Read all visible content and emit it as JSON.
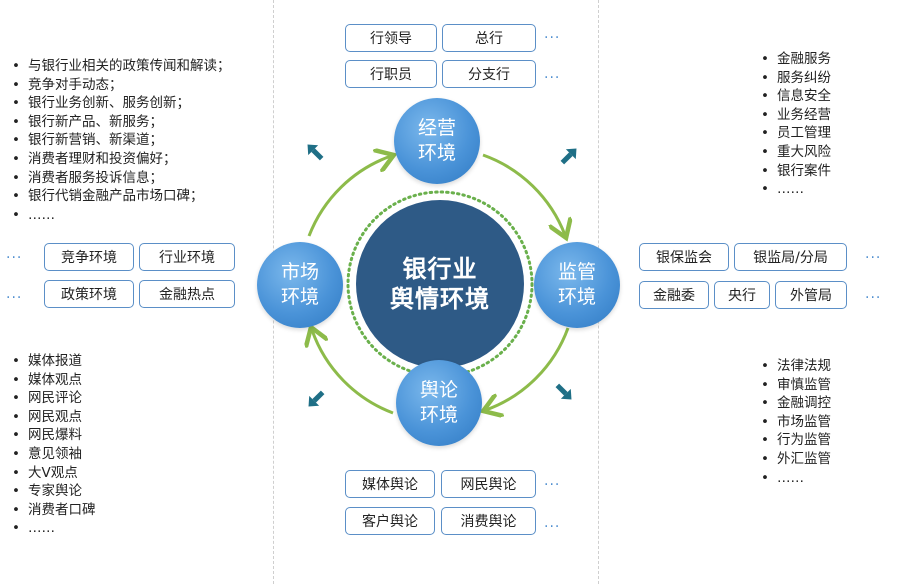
{
  "center": {
    "line1": "银行业",
    "line2": "舆情环境"
  },
  "top": {
    "title_line1": "经营",
    "title_line2": "环境",
    "tags_row1": [
      "行领导",
      "总行"
    ],
    "tags_row2": [
      "行职员",
      "分支行"
    ],
    "more": "···"
  },
  "left": {
    "title_line1": "市场",
    "title_line2": "环境",
    "tags_row1": [
      "竞争环境",
      "行业环境"
    ],
    "tags_row2": [
      "政策环境",
      "金融热点"
    ],
    "more": "···"
  },
  "right": {
    "title_line1": "监管",
    "title_line2": "环境",
    "tags_row1": [
      "银保监会",
      "银监局/分局"
    ],
    "tags_row2": [
      "金融委",
      "央行",
      "外管局"
    ],
    "more": "···"
  },
  "bottom": {
    "title_line1": "舆论",
    "title_line2": "环境",
    "tags_row1": [
      "媒体舆论",
      "网民舆论"
    ],
    "tags_row2": [
      "客户舆论",
      "消费舆论"
    ],
    "more": "···"
  },
  "list_top_left": [
    "与银行业相关的政策传闻和解读；",
    "竞争对手动态；",
    "银行业务创新、服务创新；",
    "银行新产品、新服务；",
    "银行新营销、新渠道；",
    "消费者理财和投资偏好；",
    "消费者服务投诉信息；",
    "银行代销金融产品市场口碑；",
    "……"
  ],
  "list_top_right": [
    "金融服务",
    "服务纠纷",
    "信息安全",
    "业务经营",
    "员工管理",
    "重大风险",
    "银行案件",
    "……"
  ],
  "list_bottom_left": [
    "媒体报道",
    "媒体观点",
    "网民评论",
    "网民观点",
    "网民爆料",
    "意见领袖",
    "大V观点",
    "专家舆论",
    "消费者口碑",
    "……"
  ],
  "list_bottom_right": [
    "法律法规",
    "审慎监管",
    "金融调控",
    "市场监管",
    "行为监管",
    "外汇监管",
    "……"
  ],
  "colors": {
    "ring": "#8dbb4a",
    "center": "#2e5a86",
    "node": "#4a93d8",
    "arrow": "#1f6f86",
    "tag_border": "#5b8fc7"
  }
}
